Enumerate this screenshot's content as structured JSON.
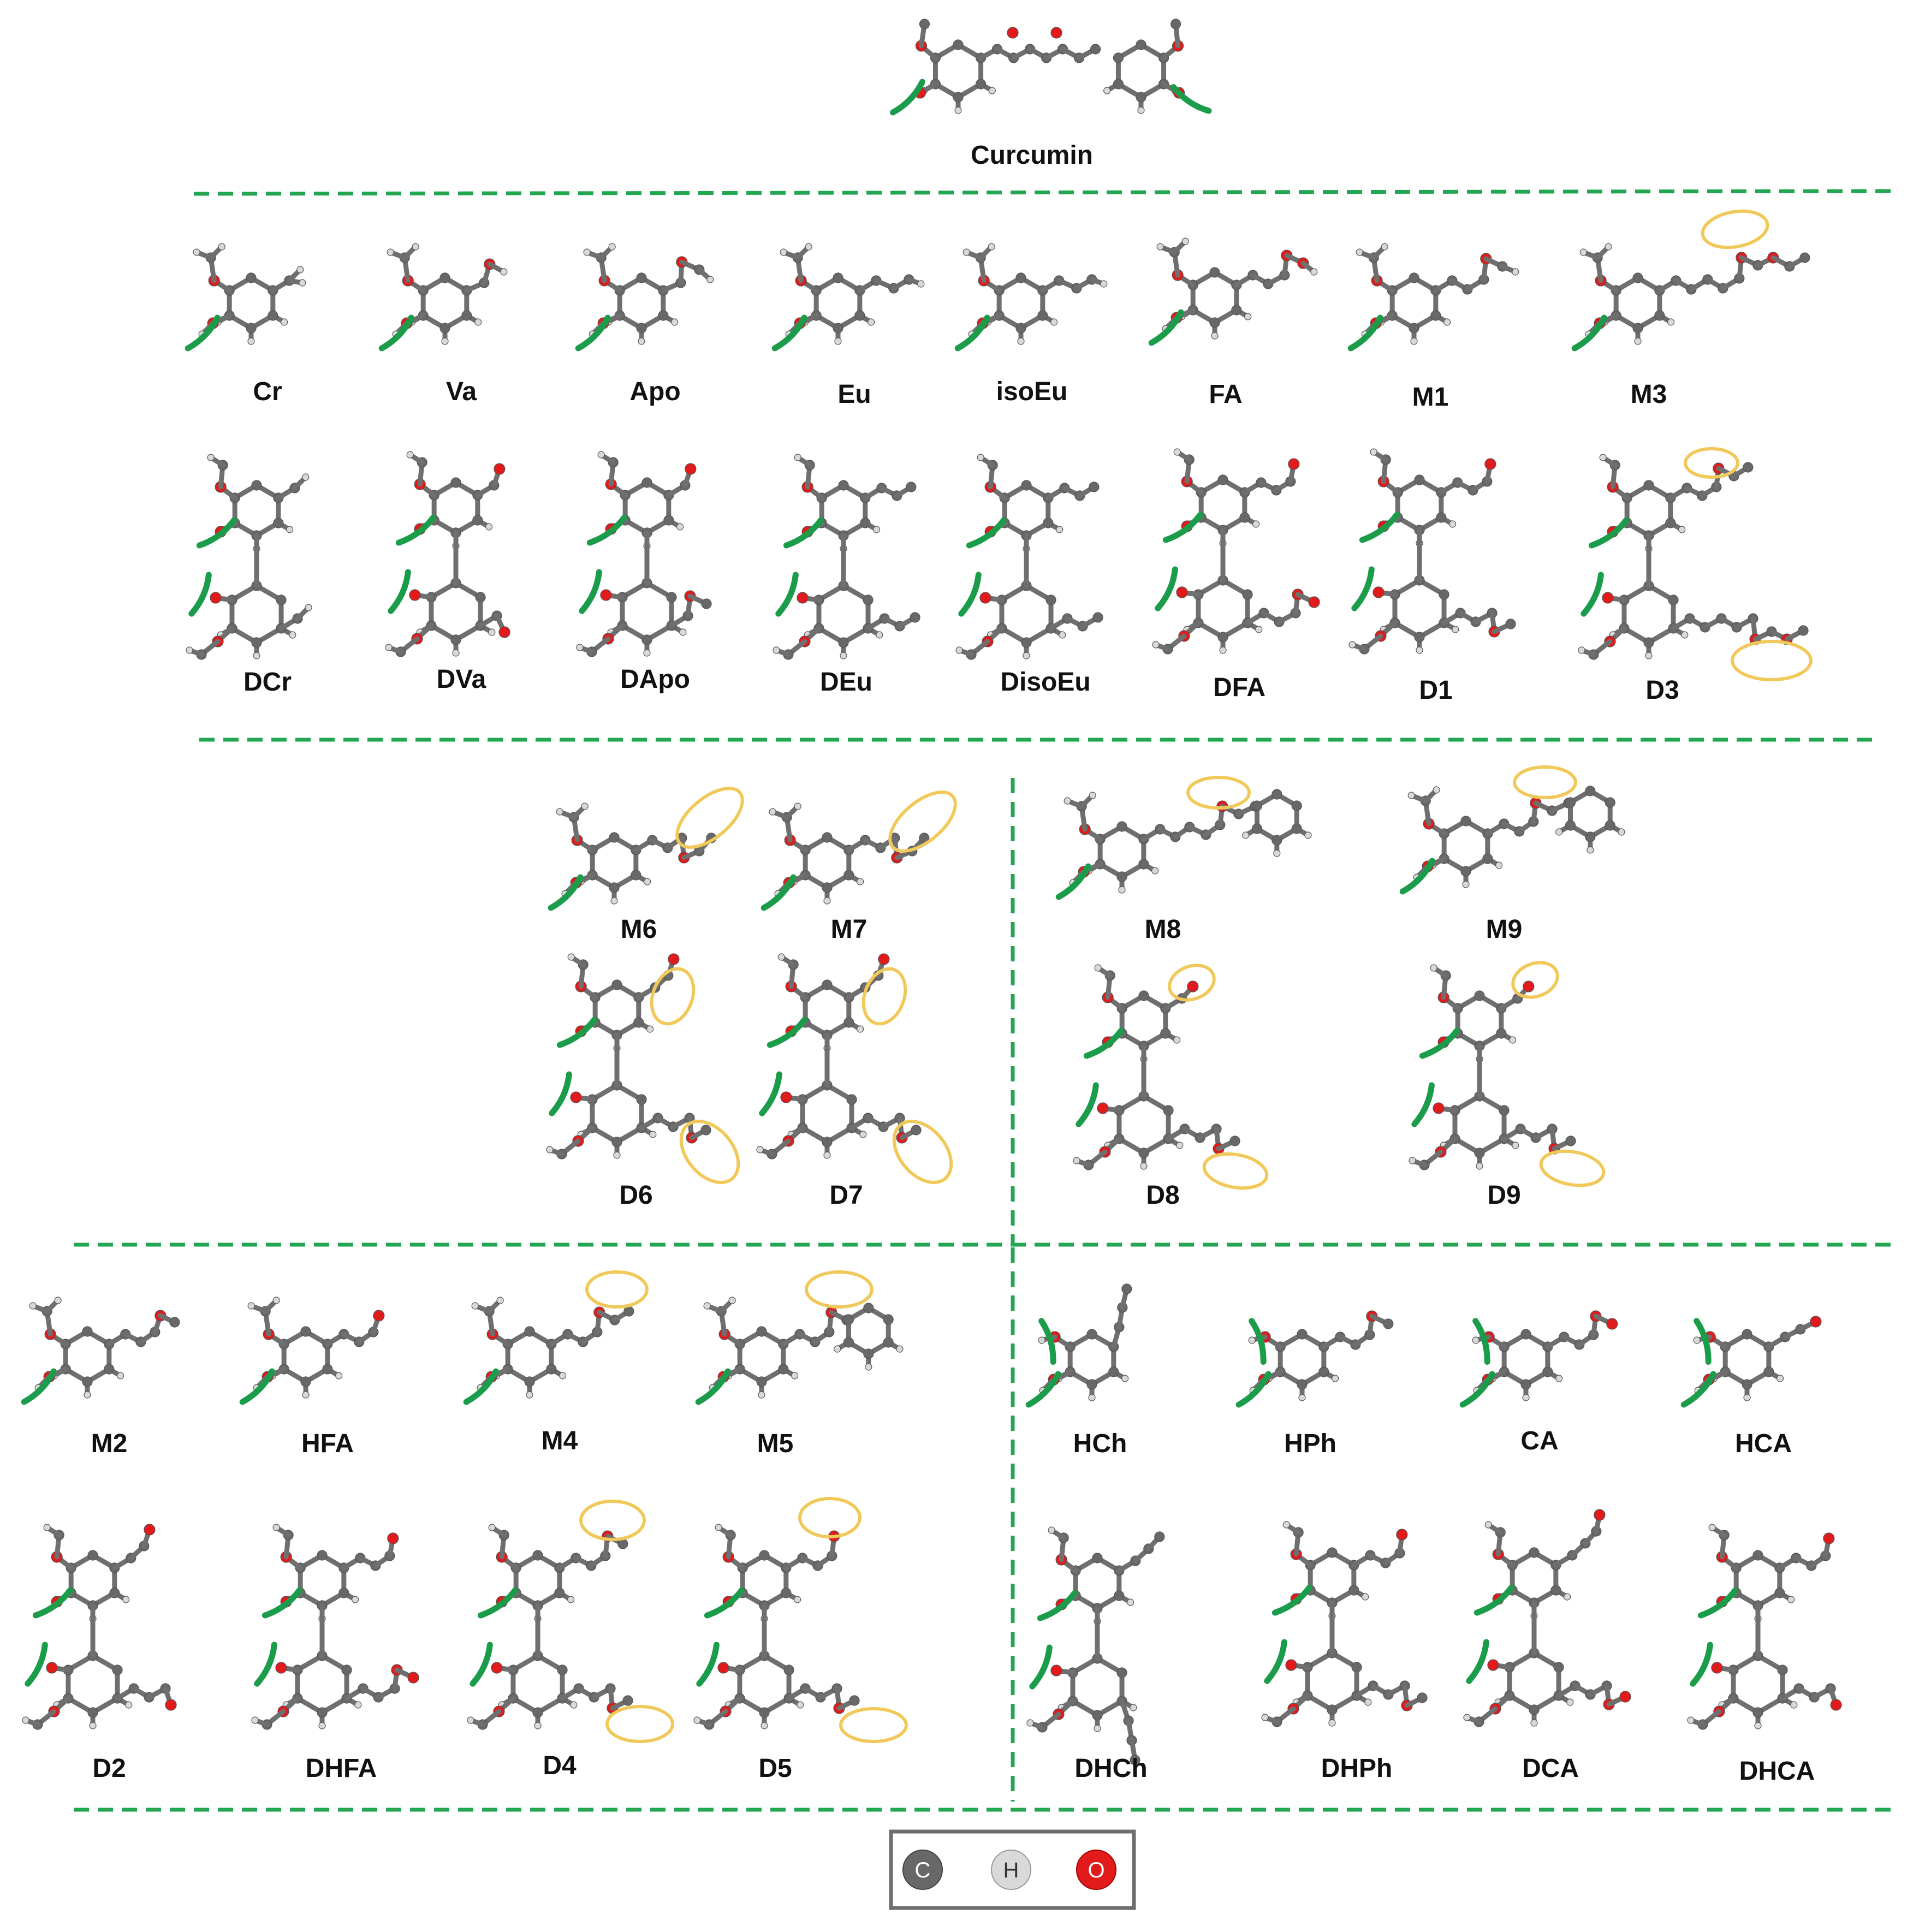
{
  "title": "Curcumin",
  "colors": {
    "carbon": "#686868",
    "hydrogen": "#d9d9d9",
    "oxygen": "#e11b1b",
    "bond": "#6f6f6f",
    "separator": "#22a651",
    "interaction_arc": "#1a9c4a",
    "highlight_ellipse": "#f1c95a"
  },
  "groups": {
    "row1": [
      "Cr",
      "Va",
      "Apo",
      "Eu",
      "isoEu",
      "FA",
      "M1",
      "M3"
    ],
    "row2": [
      "DCr",
      "DVa",
      "DApo",
      "DEu",
      "DisoEu",
      "DFA",
      "D1",
      "D3"
    ],
    "mid_left_monomers": [
      "M6",
      "M7"
    ],
    "mid_left_dimers": [
      "D6",
      "D7"
    ],
    "mid_right_monomers": [
      "M8",
      "M9"
    ],
    "mid_right_dimers": [
      "D8",
      "D9"
    ],
    "bottom_left_monomers": [
      "M2",
      "HFA",
      "M4",
      "M5"
    ],
    "bottom_left_dimers": [
      "D2",
      "DHFA",
      "D4",
      "D5"
    ],
    "bottom_right_monomers": [
      "HCh",
      "HPh",
      "CA",
      "HCA"
    ],
    "bottom_right_dimers": [
      "DHCh",
      "DHPh",
      "DCA",
      "DHCA"
    ]
  },
  "legend": [
    {
      "letter": "C",
      "element": "carbon"
    },
    {
      "letter": "H",
      "element": "hydrogen"
    },
    {
      "letter": "O",
      "element": "oxygen"
    }
  ]
}
